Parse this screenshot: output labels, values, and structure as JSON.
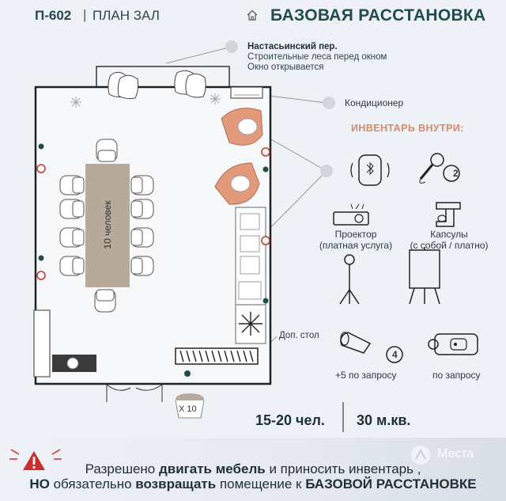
{
  "header": {
    "room_code": "П-602",
    "separator": "|",
    "plan_label": "ПЛАН ЗАЛ",
    "title": "БАЗОВАЯ РАССТАНОВКА"
  },
  "address": {
    "street": "Настасьинский пер.",
    "note_1": "Строительные леса перед окном",
    "note_2": "Окно открывается"
  },
  "labels": {
    "ac": "Кондиционер",
    "table_capacity": "10 человек",
    "extra_table": "Доп. стол",
    "stool_count": "X 10"
  },
  "inventory": {
    "title": "ИНВЕНТАРЬ ВНУТРИ:",
    "mic_count": "2",
    "projector_line1": "Проектор",
    "projector_line2": "(платная услуга)",
    "capsules_line1": "Капсулы",
    "capsules_line2": "(с собой / платно)",
    "mat_count": "4",
    "mat_note": "+5 по запросу",
    "massage_note": "по запросу"
  },
  "stats": {
    "people": "15-20 чел.",
    "area": "30 м.кв."
  },
  "notice": {
    "l1_a": "Разрешено ",
    "l1_b": "двигать мебель",
    "l1_c": " и приносить инвентарь ,",
    "l2_a": "НО",
    "l2_b": " обязательно ",
    "l2_c": "возвращать",
    "l2_d": " помещение к ",
    "l2_e": "БАЗОВОЙ  РАССТАНОВКЕ"
  },
  "watermark": "Места",
  "colors": {
    "accent": "#d98a67",
    "wall": "#222222",
    "table": "#b8aa9b",
    "armchair": "#e39a7a",
    "warning": "#c9302c"
  }
}
